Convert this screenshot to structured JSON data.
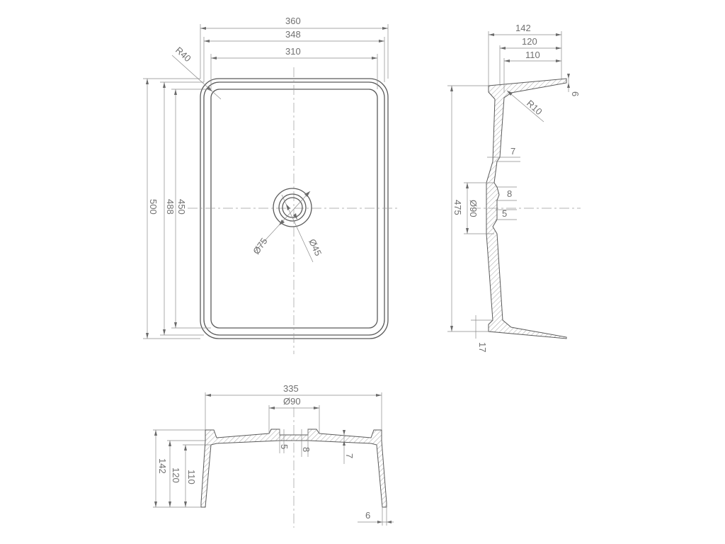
{
  "top_view": {
    "width_outer": "360",
    "width_mid": "348",
    "width_inner": "310",
    "corner_radius": "R40",
    "height_outer": "500",
    "height_mid": "488",
    "height_inner": "450",
    "drain_outer": "Ø75",
    "drain_inner": "Ø45"
  },
  "side_view": {
    "depth_outer": "142",
    "depth_mid": "120",
    "depth_inner": "110",
    "rim_thickness": "6",
    "fillet_radius": "R10",
    "wall_step": "7",
    "drain_step": "8",
    "drain_diameter": "Ø90",
    "drain_gap": "5",
    "length": "475",
    "base": "17"
  },
  "front_view": {
    "length": "335",
    "drain_diameter": "Ø90",
    "drain_gap": "5",
    "drain_step": "8",
    "wall_step": "7",
    "depth_outer": "142",
    "depth_mid": "120",
    "depth_inner": "110",
    "rim_thickness": "6"
  }
}
